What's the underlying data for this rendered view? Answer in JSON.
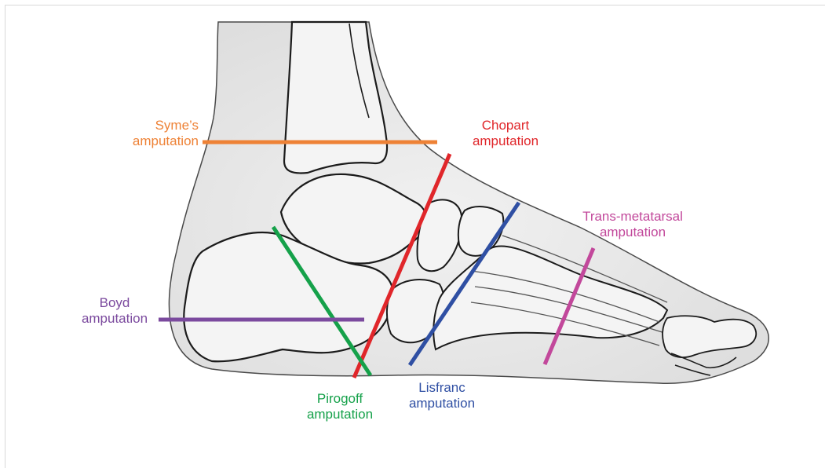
{
  "colors": {
    "syme": "#ee8236",
    "chopart": "#e0262a",
    "pirogoff": "#15a14a",
    "boyd": "#7b4a9e",
    "lisfranc": "#2f4fa3",
    "transmetatarsal": "#c2489b",
    "bone_outline": "#1b1b1b",
    "skin_fill": "#ececec"
  },
  "labels": {
    "syme": {
      "line1": "Syme’s",
      "line2": "amputation"
    },
    "chopart": {
      "line1": "Chopart",
      "line2": "amputation"
    },
    "boyd": {
      "line1": "Boyd",
      "line2": "amputation"
    },
    "pirogoff": {
      "line1": "Pirogoff",
      "line2": "amputation"
    },
    "lisfranc": {
      "line1": "Lisfranc",
      "line2": "amputation"
    },
    "transmetatarsal": {
      "line1": "Trans-metatarsal",
      "line2": "amputation"
    }
  }
}
